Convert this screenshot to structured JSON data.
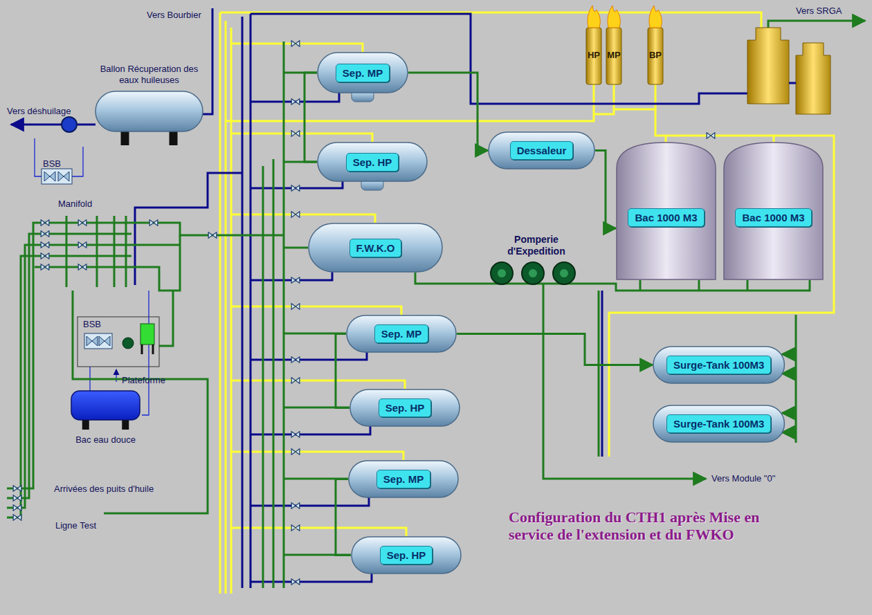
{
  "diagram": {
    "title": "Configuration du CTH1 après Mise en service de l'extension et du FWKO",
    "nodes": [
      {
        "text": [
          "Ballon Récuperation des eaux huileuses"
        ]
      },
      {
        "text": [
          "Sep. MP"
        ]
      },
      {
        "text": [
          "Sep. HP"
        ]
      },
      {
        "text": [
          "F.W.K.O"
        ]
      },
      {
        "text": [
          "Dessaleur"
        ]
      },
      {
        "text": [
          "Bac 1000 M3"
        ]
      },
      {
        "text": [
          "Bac 1000 M3"
        ]
      },
      {
        "text": [
          "Sep. MP"
        ]
      },
      {
        "text": [
          "Sep. HP"
        ]
      },
      {
        "text": [
          "Sep. MP"
        ]
      },
      {
        "text": [
          "Sep. HP"
        ]
      },
      {
        "text": [
          "Surge-Tank 100M3"
        ]
      },
      {
        "text": [
          "Surge-Tank 100M3"
        ]
      },
      {
        "text": [
          "Bac eau douce"
        ]
      }
    ],
    "edges": [
      {
        "from": 2,
        "to": 1,
        "arrow": "none"
      },
      {
        "from": 1,
        "to": 4,
        "arrow": "to"
      },
      {
        "from": 4,
        "to": 5,
        "arrow": "to"
      },
      {
        "from": 7,
        "to": 11,
        "arrow": "to"
      },
      {
        "from": 8,
        "to": 7,
        "arrow": "none"
      },
      {
        "from": 10,
        "to": 9,
        "arrow": "none"
      }
    ],
    "labels": [
      "Vers Bourbier",
      "Vers déshuilage",
      "BSB",
      "Manifold",
      "BSB",
      "Plateforme",
      "Arrivées des puits d'huile",
      "Ligne Test",
      "Pomperie d'Expedition",
      "HP",
      "MP",
      "BP",
      "Vers SRGA",
      "Vers Module \"0\""
    ]
  }
}
